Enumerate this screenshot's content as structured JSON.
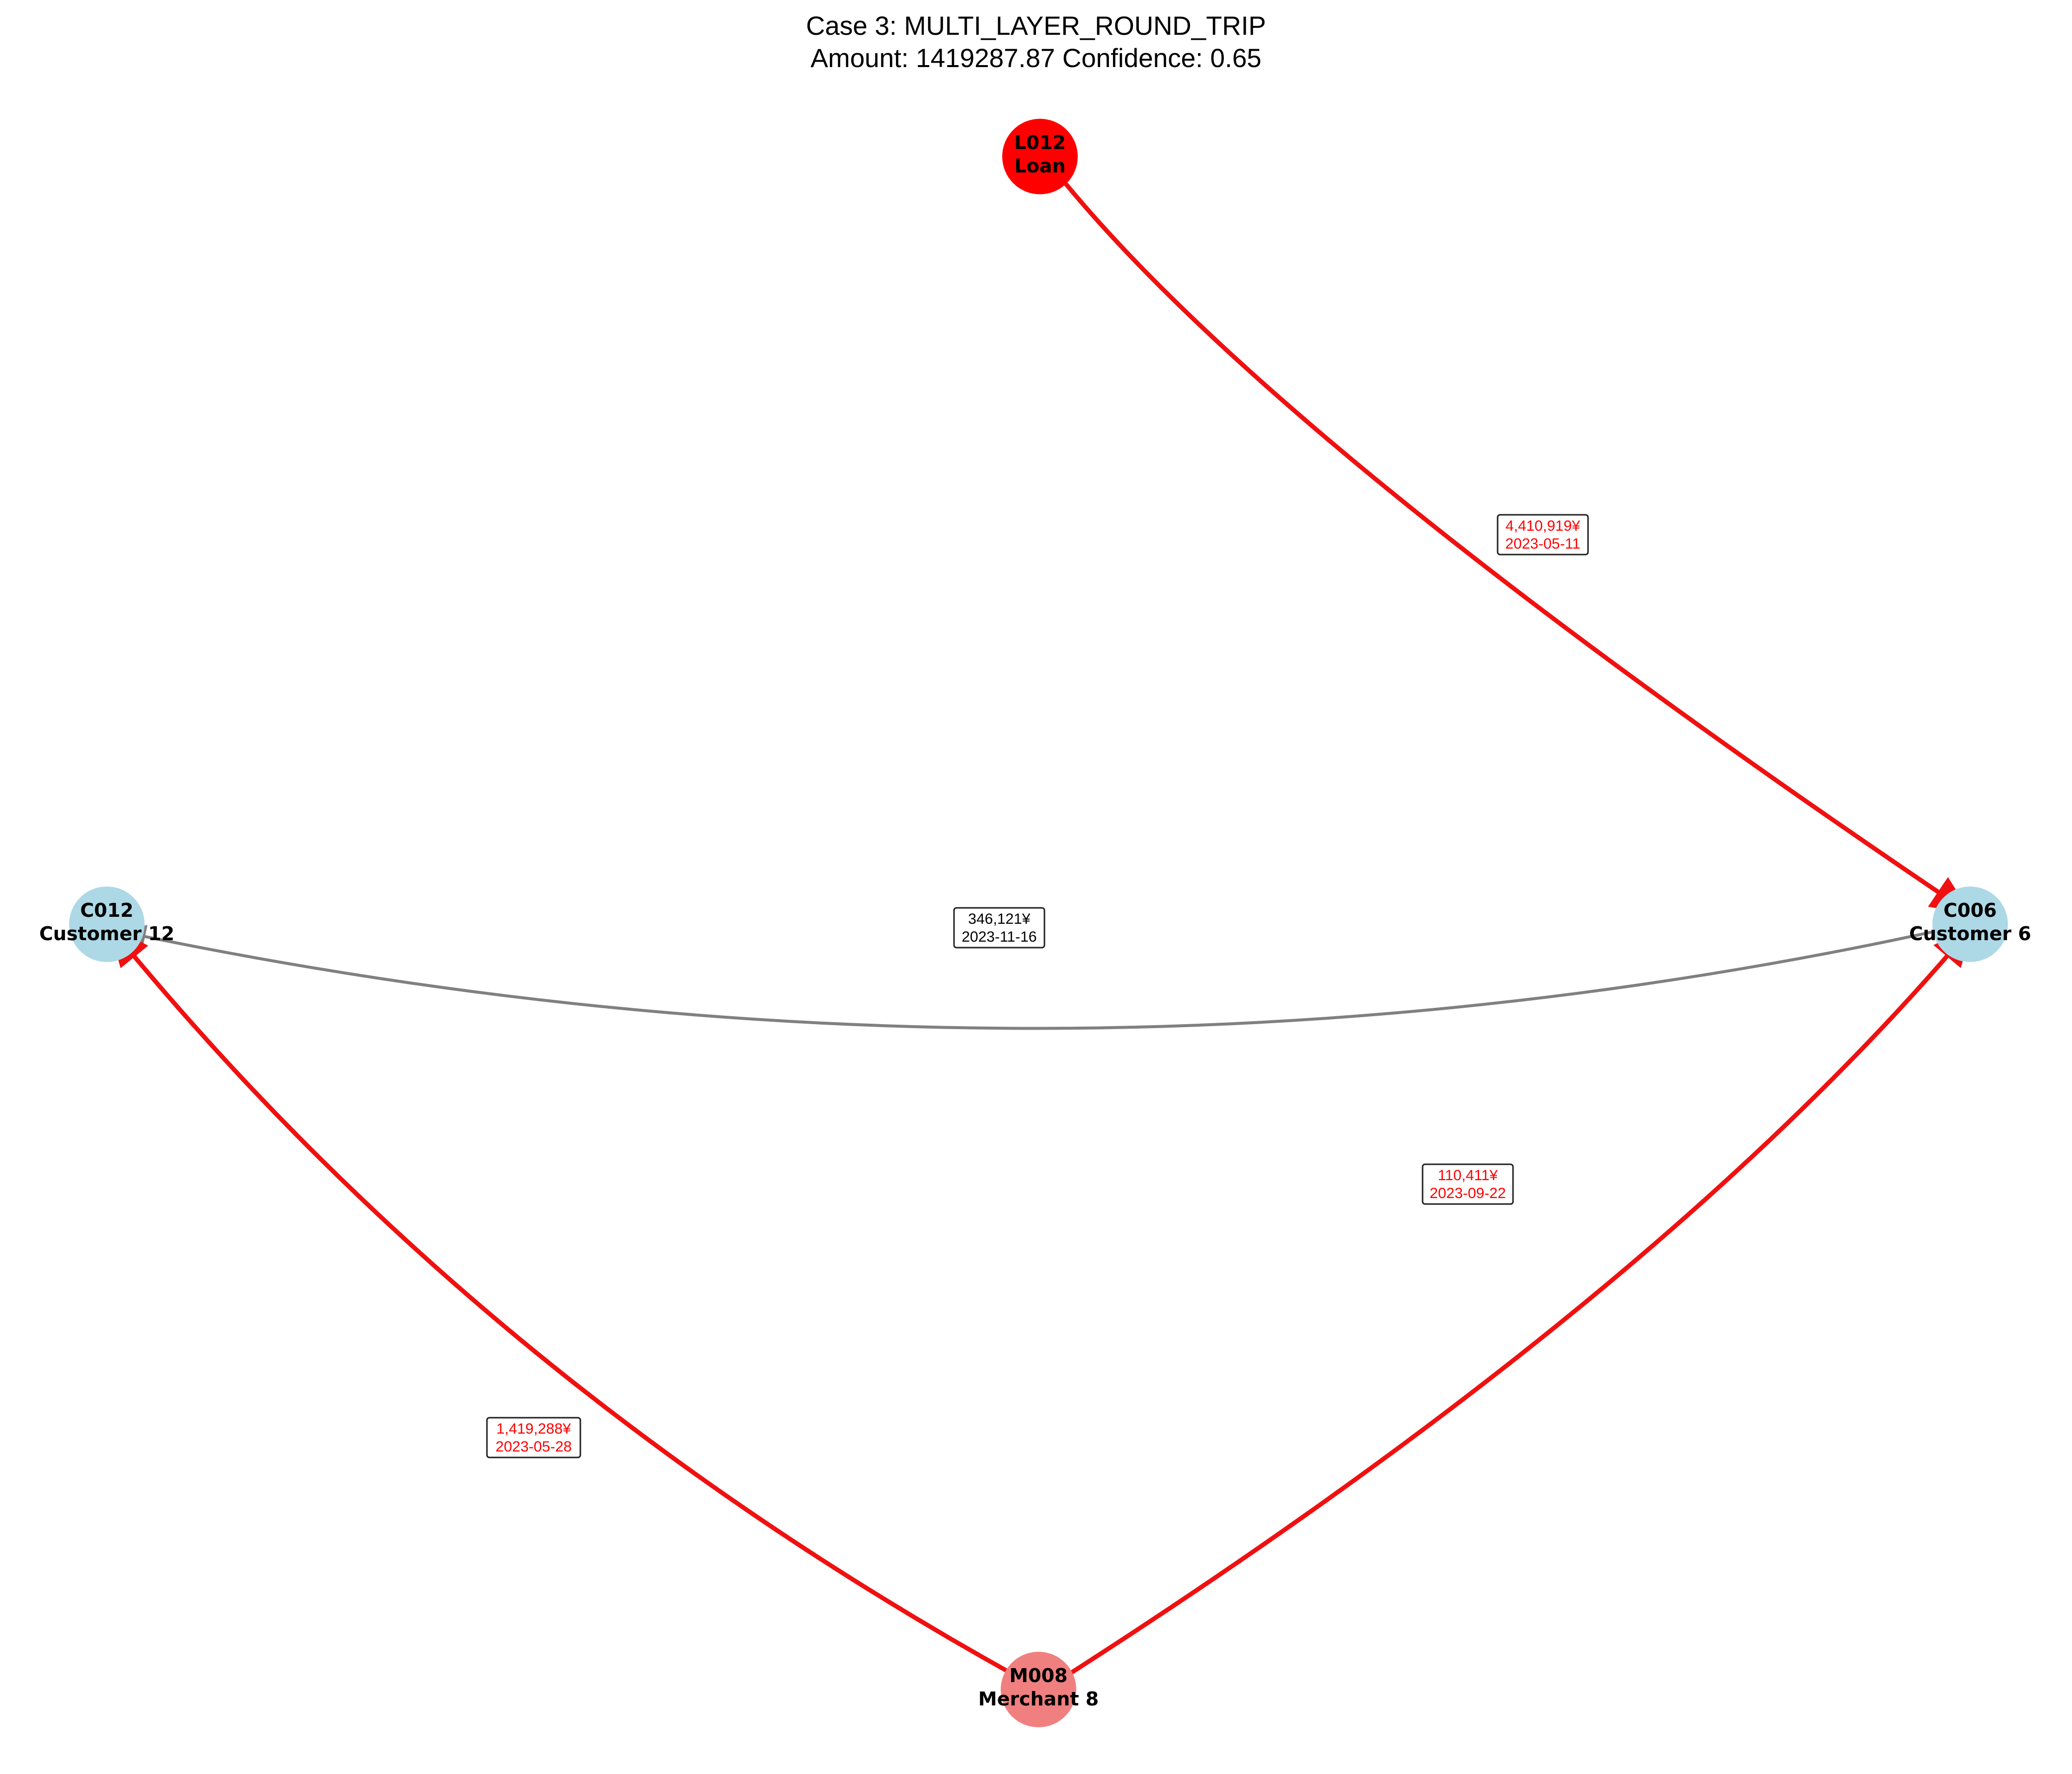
{
  "title": {
    "line1": "Case 3: MULTI_LAYER_ROUND_TRIP",
    "line2": "Amount: 1419287.87  Confidence: 0.65"
  },
  "colors": {
    "loan": "#ff0000",
    "customer": "#add8e6",
    "merchant": "#f08080",
    "highlight_edge": "#f01010",
    "normal_edge": "#808080",
    "highlight_label": "#ff0000",
    "normal_label": "#000000"
  },
  "nodes": {
    "L012": {
      "id": "L012",
      "name": "Loan",
      "kind": "loan"
    },
    "C006": {
      "id": "C006",
      "name": "Customer 6",
      "kind": "customer"
    },
    "C012": {
      "id": "C012",
      "name": "Customer 12",
      "kind": "customer"
    },
    "M008": {
      "id": "M008",
      "name": "Merchant 8",
      "kind": "merchant"
    }
  },
  "edges": {
    "l012_c006": {
      "from": "L012",
      "to": "C006",
      "amount": "4,410,919¥",
      "date": "2023-05-11",
      "highlighted": true
    },
    "c006_c012": {
      "from": "C006",
      "to": "C012",
      "amount": "346,121¥",
      "date": "2023-11-16",
      "highlighted": false
    },
    "m008_c006": {
      "from": "M008",
      "to": "C006",
      "amount": "110,411¥",
      "date": "2023-09-22",
      "highlighted": true
    },
    "m008_c012": {
      "from": "M008",
      "to": "C012",
      "amount": "1,419,288¥",
      "date": "2023-05-28",
      "highlighted": true
    }
  }
}
